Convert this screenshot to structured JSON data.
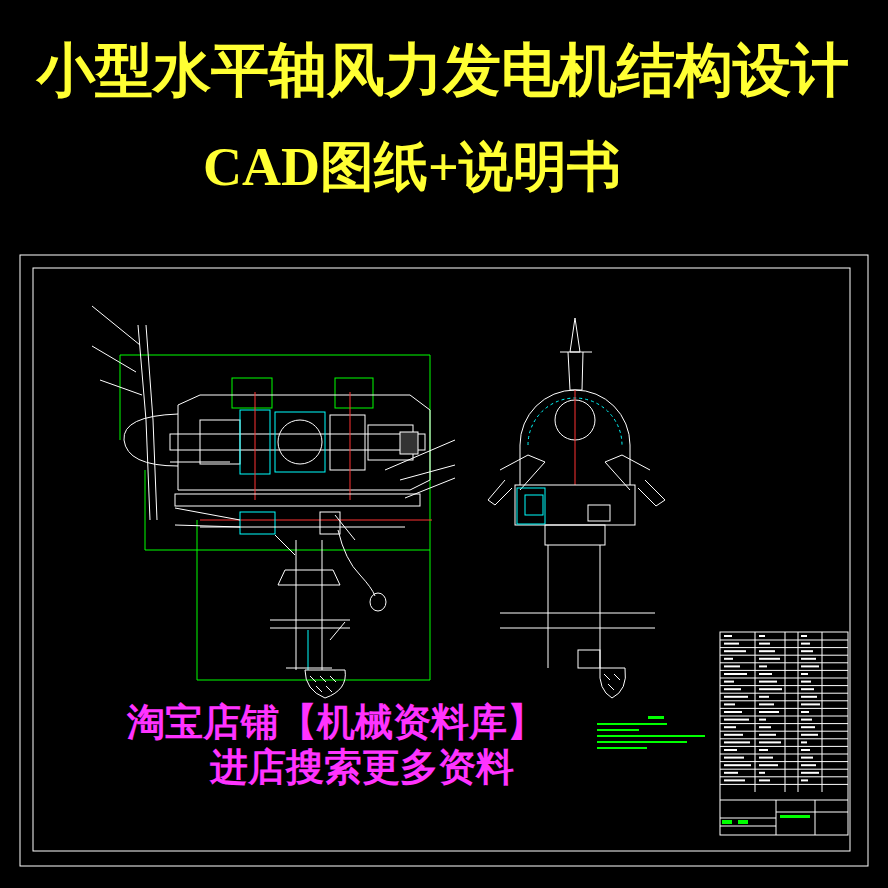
{
  "diagram": {
    "title": "小型水平轴风力发电机结构设计",
    "labels": [
      "CAD图纸+说明书",
      "淘宝店铺【机械资料库】",
      "进店搜索更多资料"
    ]
  }
}
